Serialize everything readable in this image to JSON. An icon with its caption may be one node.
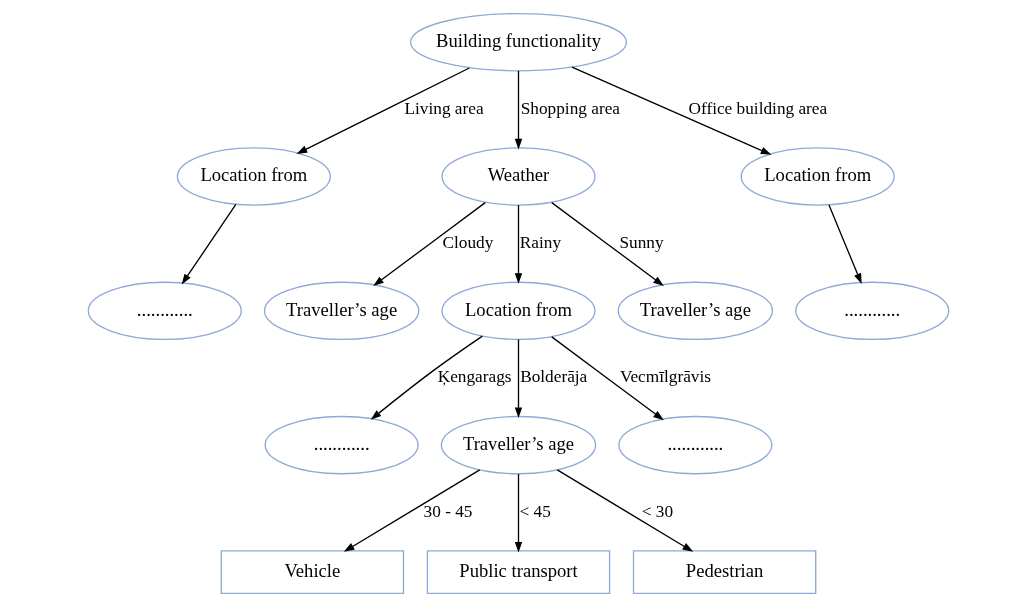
{
  "diagram": {
    "nodes": [
      {
        "text": [
          "Building functionality"
        ]
      },
      {
        "text": [
          "Location from"
        ]
      },
      {
        "text": [
          "Weather"
        ]
      },
      {
        "text": [
          "Location from"
        ]
      },
      {
        "text": [
          "............"
        ]
      },
      {
        "text": [
          "Traveller’s age"
        ]
      },
      {
        "text": [
          "Location from"
        ]
      },
      {
        "text": [
          "Traveller’s age"
        ]
      },
      {
        "text": [
          "............"
        ]
      },
      {
        "text": [
          "............"
        ]
      },
      {
        "text": [
          "Traveller’s age"
        ]
      },
      {
        "text": [
          "............"
        ]
      },
      {
        "text": [
          "Vehicle"
        ]
      },
      {
        "text": [
          "Public transport"
        ]
      },
      {
        "text": [
          "Pedestrian"
        ]
      }
    ],
    "edges": [
      {
        "from": 0,
        "to": 1,
        "arrow": "to",
        "label": "Living area"
      },
      {
        "from": 0,
        "to": 2,
        "arrow": "to",
        "label": "Shopping area"
      },
      {
        "from": 0,
        "to": 3,
        "arrow": "to",
        "label": "Office building area"
      },
      {
        "from": 1,
        "to": 4,
        "arrow": "to"
      },
      {
        "from": 2,
        "to": 5,
        "arrow": "to",
        "label": "Cloudy"
      },
      {
        "from": 2,
        "to": 6,
        "arrow": "to",
        "label": "Rainy"
      },
      {
        "from": 2,
        "to": 7,
        "arrow": "to",
        "label": "Sunny"
      },
      {
        "from": 3,
        "to": 8,
        "arrow": "to"
      },
      {
        "from": 6,
        "to": 9,
        "arrow": "to",
        "label": "Ķengarags"
      },
      {
        "from": 6,
        "to": 10,
        "arrow": "to",
        "label": "Bolderāja"
      },
      {
        "from": 6,
        "to": 11,
        "arrow": "to",
        "label": "Vecmīlgrāvis"
      },
      {
        "from": 10,
        "to": 12,
        "arrow": "to",
        "label": "30 - 45"
      },
      {
        "from": 10,
        "to": 13,
        "arrow": "to",
        "label": "< 45"
      },
      {
        "from": 10,
        "to": 14,
        "arrow": "to",
        "label": "< 30"
      }
    ]
  }
}
